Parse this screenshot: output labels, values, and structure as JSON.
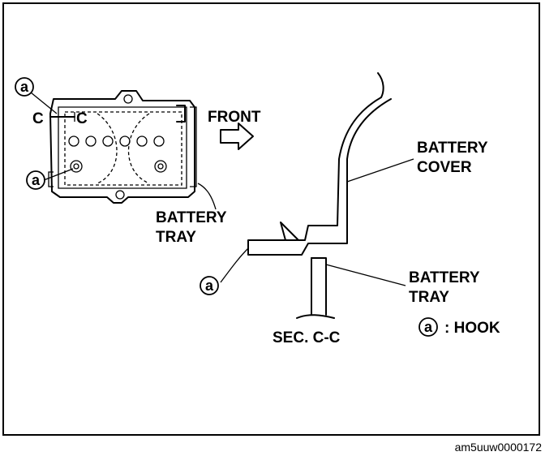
{
  "labels": {
    "front": "FRONT",
    "battery_cover_line1": "BATTERY",
    "battery_cover_line2": "COVER",
    "battery_tray_top_line1": "BATTERY",
    "battery_tray_top_line2": "TRAY",
    "battery_tray_sec_line1": "BATTERY",
    "battery_tray_sec_line2": "TRAY",
    "section": "SEC. C-C",
    "hook_marker": "a",
    "hook_legend": ": HOOK",
    "section_letter": "C"
  },
  "figure_code": "am5uuw0000172",
  "colors": {
    "ink": "#000000",
    "background": "#ffffff"
  }
}
